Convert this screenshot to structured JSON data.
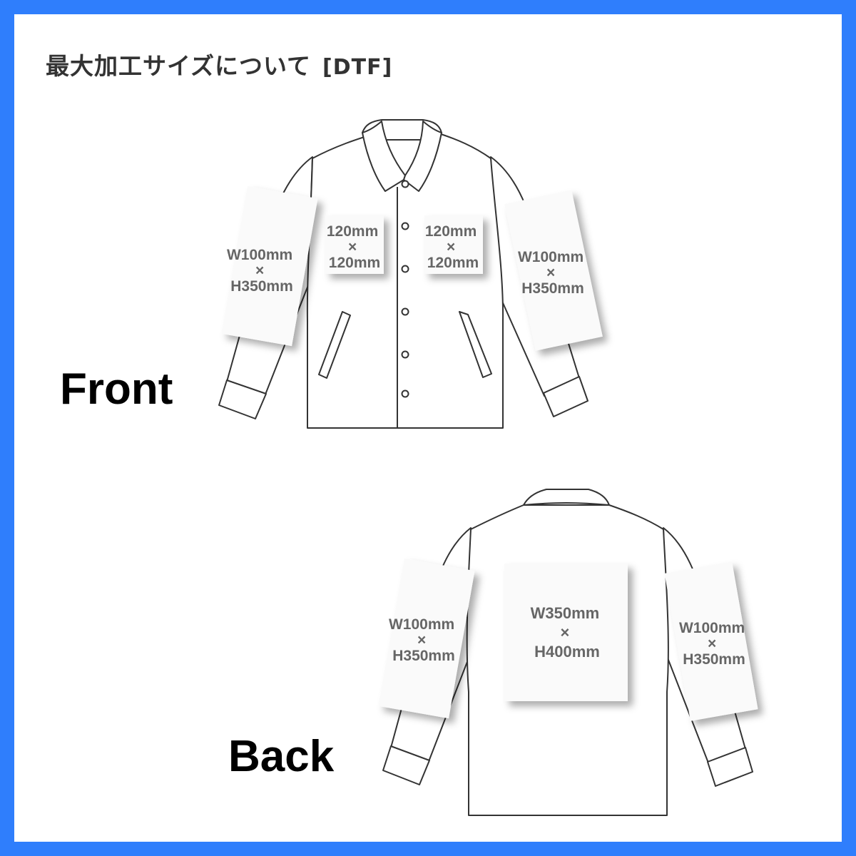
{
  "title": "最大加工サイズについて",
  "title_tag": "[DTF]",
  "front": {
    "label": "Front",
    "zones": [
      {
        "id": "left-sleeve",
        "lines": [
          "W100mm",
          "×",
          "H350mm"
        ]
      },
      {
        "id": "left-chest",
        "lines": [
          "120mm",
          "×",
          "120mm"
        ]
      },
      {
        "id": "right-chest",
        "lines": [
          "120mm",
          "×",
          "120mm"
        ]
      },
      {
        "id": "right-sleeve",
        "lines": [
          "W100mm",
          "×",
          "H350mm"
        ]
      }
    ]
  },
  "back": {
    "label": "Back",
    "zones": [
      {
        "id": "left-sleeve",
        "lines": [
          "W100mm",
          "×",
          "H350mm"
        ]
      },
      {
        "id": "back-center",
        "lines": [
          "W350mm",
          "×",
          "H400mm"
        ]
      },
      {
        "id": "right-sleeve",
        "lines": [
          "W100mm",
          "×",
          "H350mm"
        ]
      }
    ]
  },
  "colors": {
    "frame": "#2f7efc",
    "outline": "#333333",
    "zone_text": "#666666",
    "zone_fill": "#fafafa"
  }
}
